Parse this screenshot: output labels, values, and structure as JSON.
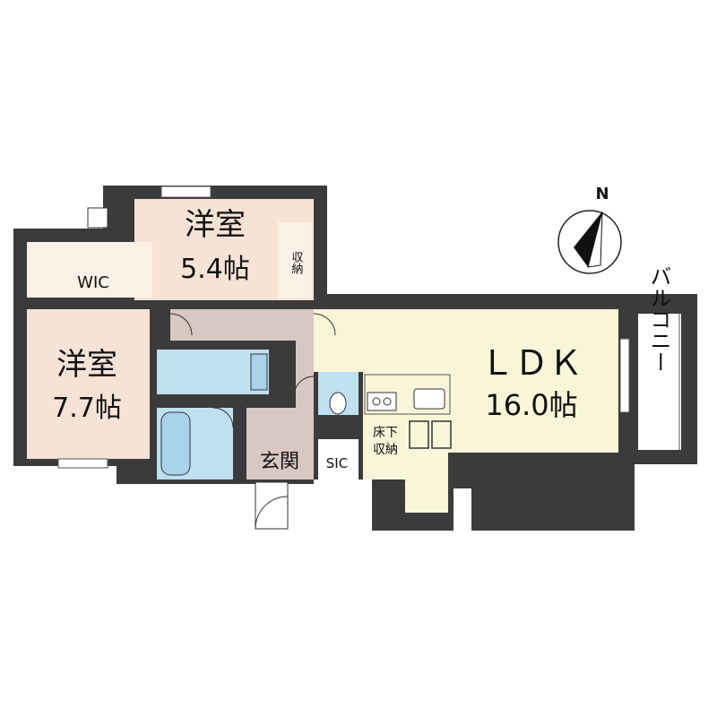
{
  "compass": {
    "label": "N"
  },
  "rooms": {
    "western_room_1": {
      "name": "洋室",
      "size": "5.4帖"
    },
    "western_room_2": {
      "name": "洋室",
      "size": "7.7帖"
    },
    "ldk": {
      "name": "ＬＤＫ",
      "size": "16.0帖"
    },
    "wic": {
      "name": "WIC"
    },
    "closet": {
      "name": "収納"
    },
    "entrance": {
      "name": "玄関"
    },
    "sic": {
      "name": "SIC"
    },
    "underfloor_storage": {
      "line1": "床下",
      "line2": "収納"
    },
    "balcony": {
      "name": "バルコニー"
    }
  },
  "colors": {
    "wall": "#3b3b3b",
    "western_room_1": "#f7e3d6",
    "western_room_2": "#f7e3d6",
    "ldk": "#f8f5d8",
    "wet_area": "#bfe0f0",
    "entrance": "#d9c7c1",
    "balcony": "#ffffff"
  }
}
